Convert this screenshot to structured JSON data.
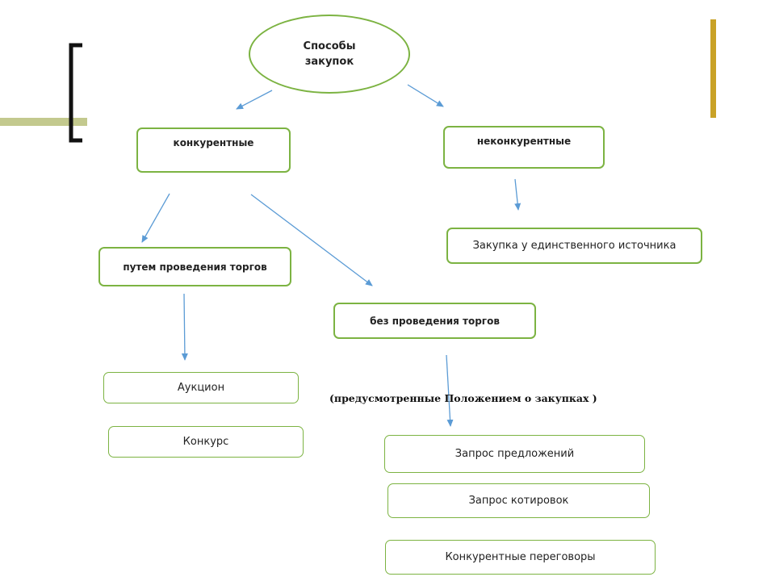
{
  "colors": {
    "node_border": "#7cb342",
    "arrow": "#5b9bd5",
    "bracket": "#111111",
    "bar_olive": "#c3c98e",
    "bar_gold": "#c9a227"
  },
  "root": {
    "label": "Способы\nзакупок"
  },
  "categories": {
    "competitive": "конкурентные",
    "noncompetitive": "неконкурентные"
  },
  "subcategories": {
    "with_tender": "путем проведения торгов",
    "without_tender": "без проведения торгов"
  },
  "methods": {
    "auction": "Аукцион",
    "contest": "Конкурс",
    "single_source": "Закупка у единственного источника",
    "request_proposals": "Запрос предложений",
    "request_quotes": "Запрос котировок",
    "competitive_negotiations": "Конкурентные переговоры"
  },
  "note": "(предусмотренные  Положением о закупках )"
}
